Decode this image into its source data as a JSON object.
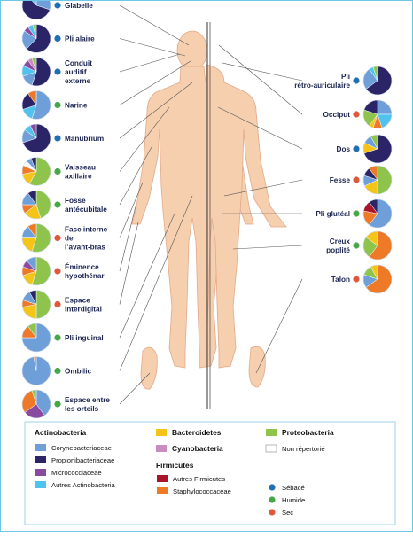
{
  "colors": {
    "corynebacteriaceae": "#6e9fd8",
    "propionibacteriaceae": "#2b2466",
    "micrococcaceae": "#8a4aa0",
    "autres_actinobacteria": "#4fc3ee",
    "bacteroidetes": "#f4c418",
    "cyanobacteria": "#c88cc0",
    "autres_firmicutes": "#a8142a",
    "staphylococcaceae": "#ee7a28",
    "proteobacteria": "#8ec44c",
    "non_repertorie": "#ffffff",
    "sebace": "#1f6fb5",
    "humide": "#43a845",
    "sec": "#e0583c",
    "skin": "#f6cfae",
    "border": "#6cc6e6"
  },
  "sites_left": [
    {
      "label": "Glabelle",
      "type": "sebace",
      "slices": [
        [
          "corynebacteriaceae",
          0.3
        ],
        [
          "propionibacteriaceae",
          0.58
        ],
        [
          "autres_actinobacteria",
          0.06
        ],
        [
          "proteobacteria",
          0.06
        ]
      ]
    },
    {
      "label": "Pli alaire",
      "type": "sebace",
      "slices": [
        [
          "propionibacteriaceae",
          0.62
        ],
        [
          "corynebacteriaceae",
          0.22
        ],
        [
          "micrococcaceae",
          0.06
        ],
        [
          "autres_actinobacteria",
          0.06
        ],
        [
          "proteobacteria",
          0.04
        ]
      ]
    },
    {
      "label": "Conduit auditif externe",
      "type": "sebace",
      "slices": [
        [
          "propionibacteriaceae",
          0.55
        ],
        [
          "corynebacteriaceae",
          0.15
        ],
        [
          "autres_actinobacteria",
          0.12
        ],
        [
          "micrococcaceae",
          0.08
        ],
        [
          "cyanobacteria",
          0.05
        ],
        [
          "proteobacteria",
          0.05
        ]
      ]
    },
    {
      "label": "Narine",
      "type": "humide",
      "slices": [
        [
          "corynebacteriaceae",
          0.55
        ],
        [
          "autres_actinobacteria",
          0.15
        ],
        [
          "propionibacteriaceae",
          0.2
        ],
        [
          "staphylococcaceae",
          0.1
        ]
      ]
    },
    {
      "label": "Manubrium",
      "type": "sebace",
      "slices": [
        [
          "propionibacteriaceae",
          0.7
        ],
        [
          "corynebacteriaceae",
          0.15
        ],
        [
          "autres_actinobacteria",
          0.08
        ],
        [
          "micrococcaceae",
          0.07
        ]
      ]
    },
    {
      "label": "Vaisseau axillaire",
      "type": "humide",
      "slices": [
        [
          "proteobacteria",
          0.58
        ],
        [
          "bacteroidetes",
          0.14
        ],
        [
          "staphylococcaceae",
          0.1
        ],
        [
          "non_repertorie",
          0.06
        ],
        [
          "corynebacteriaceae",
          0.06
        ],
        [
          "propionibacteriaceae",
          0.06
        ]
      ]
    },
    {
      "label": "Fosse antécubitale",
      "type": "humide",
      "slices": [
        [
          "proteobacteria",
          0.45
        ],
        [
          "bacteroidetes",
          0.2
        ],
        [
          "staphylococcaceae",
          0.1
        ],
        [
          "corynebacteriaceae",
          0.15
        ],
        [
          "propionibacteriaceae",
          0.1
        ]
      ]
    },
    {
      "label": "Face interne de l’avant-bras",
      "type": "sec",
      "slices": [
        [
          "proteobacteria",
          0.55
        ],
        [
          "bacteroidetes",
          0.2
        ],
        [
          "corynebacteriaceae",
          0.15
        ],
        [
          "staphylococcaceae",
          0.1
        ]
      ]
    },
    {
      "label": "Éminence hypothénar",
      "type": "sec",
      "slices": [
        [
          "proteobacteria",
          0.55
        ],
        [
          "bacteroidetes",
          0.15
        ],
        [
          "staphylococcaceae",
          0.1
        ],
        [
          "micrococcaceae",
          0.08
        ],
        [
          "corynebacteriaceae",
          0.12
        ]
      ]
    },
    {
      "label": "Espace interdigital",
      "type": "sec",
      "slices": [
        [
          "proteobacteria",
          0.5
        ],
        [
          "bacteroidetes",
          0.22
        ],
        [
          "staphylococcaceae",
          0.08
        ],
        [
          "corynebacteriaceae",
          0.12
        ],
        [
          "propionibacteriaceae",
          0.08
        ]
      ]
    },
    {
      "label": "Pli inguinal",
      "type": "humide",
      "slices": [
        [
          "corynebacteriaceae",
          0.75
        ],
        [
          "staphylococcaceae",
          0.15
        ],
        [
          "proteobacteria",
          0.1
        ]
      ]
    },
    {
      "label": "Ombilic",
      "type": "humide",
      "slices": [
        [
          "corynebacteriaceae",
          0.97
        ],
        [
          "staphylococcaceae",
          0.03
        ]
      ]
    },
    {
      "label": "Espace entre les orteils",
      "type": "humide",
      "slices": [
        [
          "corynebacteriaceae",
          0.4
        ],
        [
          "micrococcaceae",
          0.25
        ],
        [
          "staphylococcaceae",
          0.3
        ],
        [
          "proteobacteria",
          0.05
        ]
      ]
    }
  ],
  "sites_right": [
    {
      "label": "Pli rétro-auriculaire",
      "type": "sebace",
      "slices": [
        [
          "propionibacteriaceae",
          0.65
        ],
        [
          "corynebacteriaceae",
          0.25
        ],
        [
          "autres_actinobacteria",
          0.05
        ],
        [
          "proteobacteria",
          0.05
        ]
      ]
    },
    {
      "label": "Occiput",
      "type": "sec",
      "slices": [
        [
          "corynebacteriaceae",
          0.25
        ],
        [
          "autres_actinobacteria",
          0.2
        ],
        [
          "staphylococcaceae",
          0.1
        ],
        [
          "bacteroidetes",
          0.05
        ],
        [
          "proteobacteria",
          0.2
        ],
        [
          "propionibacteriaceae",
          0.2
        ]
      ]
    },
    {
      "label": "Dos",
      "type": "sebace",
      "slices": [
        [
          "propionibacteriaceae",
          0.7
        ],
        [
          "bacteroidetes",
          0.12
        ],
        [
          "corynebacteriaceae",
          0.1
        ],
        [
          "proteobacteria",
          0.08
        ]
      ]
    },
    {
      "label": "Fesse",
      "type": "sec",
      "slices": [
        [
          "proteobacteria",
          0.5
        ],
        [
          "bacteroidetes",
          0.18
        ],
        [
          "corynebacteriaceae",
          0.12
        ],
        [
          "propionibacteriaceae",
          0.1
        ],
        [
          "staphylococcaceae",
          0.1
        ]
      ]
    },
    {
      "label": "Pli glutéal",
      "type": "humide",
      "slices": [
        [
          "corynebacteriaceae",
          0.6
        ],
        [
          "staphylococcaceae",
          0.18
        ],
        [
          "autres_firmicutes",
          0.12
        ],
        [
          "propionibacteriaceae",
          0.1
        ]
      ]
    },
    {
      "label": "Creux poplité",
      "type": "humide",
      "slices": [
        [
          "staphylococcaceae",
          0.6
        ],
        [
          "proteobacteria",
          0.25
        ],
        [
          "bacteroidetes",
          0.15
        ]
      ]
    },
    {
      "label": "Talon",
      "type": "sec",
      "slices": [
        [
          "staphylococcaceae",
          0.65
        ],
        [
          "corynebacteriaceae",
          0.15
        ],
        [
          "proteobacteria",
          0.12
        ],
        [
          "bacteroidetes",
          0.08
        ]
      ]
    }
  ],
  "legend": {
    "actinobacteria_title": "Actinobacteria",
    "corynebacteriaceae": "Corynebacteriaceae",
    "propionibacteriaceae": "Propionibacteriaceae",
    "micrococcaceae": "Micrococciaceae",
    "autres_actinobacteria": "Autres Actinobacteria",
    "bacteroidetes": "Bacteroidetes",
    "cyanobacteria": "Cyanobacteria",
    "firmicutes_title": "Firmicutes",
    "autres_firmicutes": "Autres Firmicutes",
    "staphylococcaceae": "Staphylococcaceae",
    "proteobacteria": "Proteobacteria",
    "non_repertorie": "Non répertorié",
    "sebace": "Sébacé",
    "humide": "Humide",
    "sec": "Sec"
  }
}
